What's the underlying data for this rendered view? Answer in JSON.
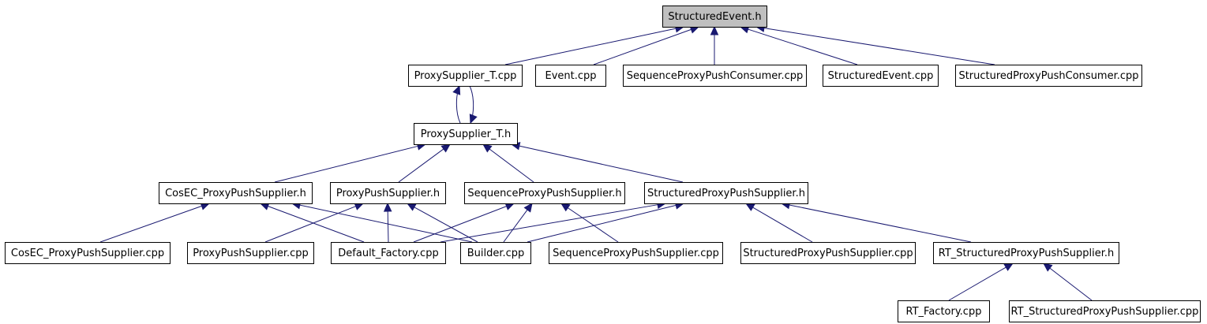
{
  "diagram": {
    "title": "",
    "colors": {
      "edge": "#191970",
      "root_fill": "#bfbfbf",
      "node_fill": "#ffffff",
      "border": "#000000"
    },
    "nodes": [
      {
        "id": "structured_event_h",
        "label": "StructuredEvent.h",
        "root": true
      },
      {
        "id": "proxysupplier_t_cpp",
        "label": "ProxySupplier_T.cpp"
      },
      {
        "id": "event_cpp",
        "label": "Event.cpp"
      },
      {
        "id": "seq_proxy_push_consumer_cpp",
        "label": "SequenceProxyPushConsumer.cpp"
      },
      {
        "id": "structured_event_cpp",
        "label": "StructuredEvent.cpp"
      },
      {
        "id": "structured_proxy_push_consumer_cpp",
        "label": "StructuredProxyPushConsumer.cpp"
      },
      {
        "id": "proxysupplier_t_h",
        "label": "ProxySupplier_T.h"
      },
      {
        "id": "cosec_proxy_push_supplier_h",
        "label": "CosEC_ProxyPushSupplier.h"
      },
      {
        "id": "proxy_push_supplier_h",
        "label": "ProxyPushSupplier.h"
      },
      {
        "id": "seq_proxy_push_supplier_h",
        "label": "SequenceProxyPushSupplier.h"
      },
      {
        "id": "structured_proxy_push_supplier_h",
        "label": "StructuredProxyPushSupplier.h"
      },
      {
        "id": "cosec_proxy_push_supplier_cpp",
        "label": "CosEC_ProxyPushSupplier.cpp"
      },
      {
        "id": "proxy_push_supplier_cpp",
        "label": "ProxyPushSupplier.cpp"
      },
      {
        "id": "default_factory_cpp",
        "label": "Default_Factory.cpp"
      },
      {
        "id": "builder_cpp",
        "label": "Builder.cpp"
      },
      {
        "id": "seq_proxy_push_supplier_cpp",
        "label": "SequenceProxyPushSupplier.cpp"
      },
      {
        "id": "structured_proxy_push_supplier_cpp",
        "label": "StructuredProxyPushSupplier.cpp"
      },
      {
        "id": "rt_structured_proxy_push_supplier_h",
        "label": "RT_StructuredProxyPushSupplier.h"
      },
      {
        "id": "rt_factory_cpp",
        "label": "RT_Factory.cpp"
      },
      {
        "id": "rt_structured_proxy_push_supplier_cpp",
        "label": "RT_StructuredProxyPushSupplier.cpp"
      }
    ],
    "edges": [
      {
        "from": "proxysupplier_t_cpp",
        "to": "structured_event_h"
      },
      {
        "from": "event_cpp",
        "to": "structured_event_h"
      },
      {
        "from": "seq_proxy_push_consumer_cpp",
        "to": "structured_event_h"
      },
      {
        "from": "structured_event_cpp",
        "to": "structured_event_h"
      },
      {
        "from": "structured_proxy_push_consumer_cpp",
        "to": "structured_event_h"
      },
      {
        "from": "proxysupplier_t_h",
        "to": "proxysupplier_t_cpp"
      },
      {
        "from": "proxysupplier_t_cpp",
        "to": "proxysupplier_t_h"
      },
      {
        "from": "cosec_proxy_push_supplier_h",
        "to": "proxysupplier_t_h"
      },
      {
        "from": "proxy_push_supplier_h",
        "to": "proxysupplier_t_h"
      },
      {
        "from": "seq_proxy_push_supplier_h",
        "to": "proxysupplier_t_h"
      },
      {
        "from": "structured_proxy_push_supplier_h",
        "to": "proxysupplier_t_h"
      },
      {
        "from": "cosec_proxy_push_supplier_cpp",
        "to": "cosec_proxy_push_supplier_h"
      },
      {
        "from": "default_factory_cpp",
        "to": "cosec_proxy_push_supplier_h"
      },
      {
        "from": "builder_cpp",
        "to": "cosec_proxy_push_supplier_h"
      },
      {
        "from": "proxy_push_supplier_cpp",
        "to": "proxy_push_supplier_h"
      },
      {
        "from": "default_factory_cpp",
        "to": "proxy_push_supplier_h"
      },
      {
        "from": "builder_cpp",
        "to": "proxy_push_supplier_h"
      },
      {
        "from": "default_factory_cpp",
        "to": "seq_proxy_push_supplier_h"
      },
      {
        "from": "builder_cpp",
        "to": "seq_proxy_push_supplier_h"
      },
      {
        "from": "seq_proxy_push_supplier_cpp",
        "to": "seq_proxy_push_supplier_h"
      },
      {
        "from": "default_factory_cpp",
        "to": "structured_proxy_push_supplier_h"
      },
      {
        "from": "builder_cpp",
        "to": "structured_proxy_push_supplier_h"
      },
      {
        "from": "structured_proxy_push_supplier_cpp",
        "to": "structured_proxy_push_supplier_h"
      },
      {
        "from": "rt_structured_proxy_push_supplier_h",
        "to": "structured_proxy_push_supplier_h"
      },
      {
        "from": "rt_factory_cpp",
        "to": "rt_structured_proxy_push_supplier_h"
      },
      {
        "from": "rt_structured_proxy_push_supplier_cpp",
        "to": "rt_structured_proxy_push_supplier_h"
      }
    ]
  }
}
